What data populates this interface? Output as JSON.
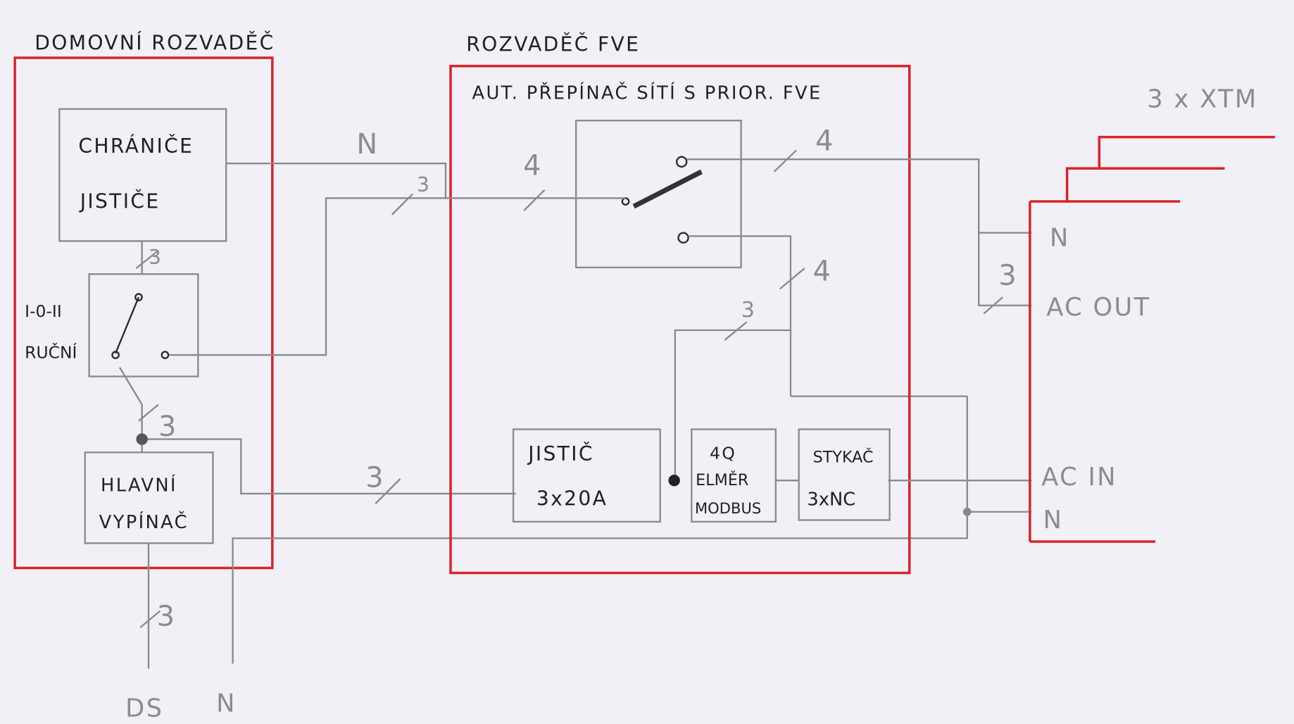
{
  "titles": {
    "home_panel": "DOMOVNÍ ROZVADĚČ",
    "fve_panel": "ROZVADĚČ FVE",
    "ats": "AUT. PŘEPÍNAČ SÍTÍ S PRIOR. FVE",
    "inverters": "3 x XTM"
  },
  "home": {
    "breakers_line1": "CHRÁNIČE",
    "breakers_line2": "JISTIČE",
    "manual_switch_line1": "I-0-II",
    "manual_switch_line2": "RUČNÍ",
    "main_switch_line1": "HLAVNÍ",
    "main_switch_line2": "VYPÍNAČ"
  },
  "fve": {
    "breaker_line1": "JISTIČ",
    "breaker_line2": "3x20A",
    "meter_line1": "4Q",
    "meter_line2": "ELMĚR",
    "meter_line3": "MODBUS",
    "contactor_line1": "STYKAČ",
    "contactor_line2": "3xNC"
  },
  "wire_labels": {
    "n_top": "N",
    "c3_a": "3",
    "c4_a": "4",
    "c4_b": "4",
    "c4_c": "4",
    "c3_b": "3",
    "c3_c": "3",
    "c3_d": "3",
    "c3_e": "3",
    "c3_f": "3",
    "c3_g": "3"
  },
  "xtm_ports": {
    "n_out": "N",
    "ac_out": "AC OUT",
    "ac_in": "AC IN",
    "n_in": "N"
  },
  "bottom": {
    "ds": "DS",
    "n": "N"
  }
}
